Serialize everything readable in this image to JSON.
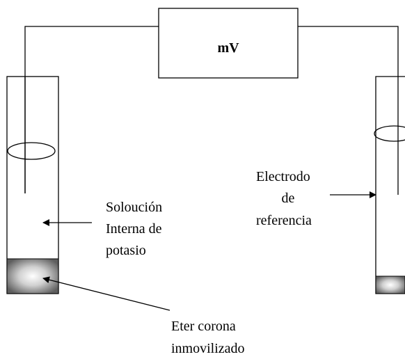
{
  "meter": {
    "label": "mV"
  },
  "labels": {
    "internal_solution": [
      "Soloución",
      "Interna de",
      "potasio"
    ],
    "reference_electrode": [
      "Electrodo",
      "de",
      "referencia"
    ],
    "crown_ether": [
      "Eter corona",
      "inmovilizado"
    ]
  }
}
